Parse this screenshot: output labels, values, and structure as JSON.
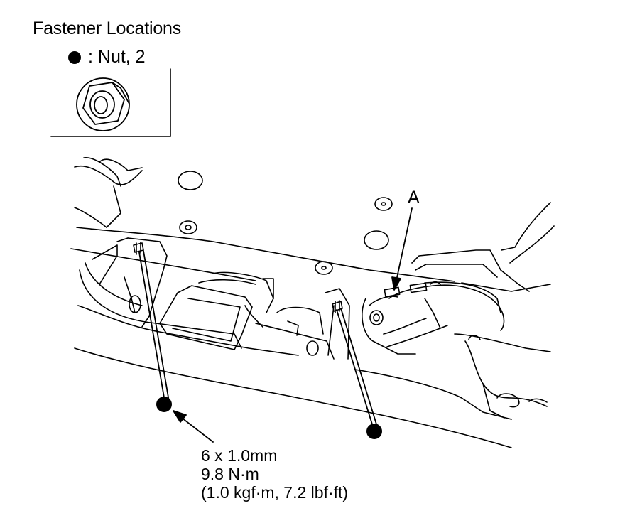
{
  "legend": {
    "title": "Fastener Locations",
    "item": ": Nut, 2"
  },
  "callouts": {
    "part_a": "A"
  },
  "spec": {
    "size": "6 x 1.0mm",
    "torque_nm": "9.8 N·m",
    "torque_alt": "(1.0 kgf·m, 7.2 lbf·ft)"
  },
  "colors": {
    "ink": "#000000",
    "paper": "#ffffff"
  }
}
